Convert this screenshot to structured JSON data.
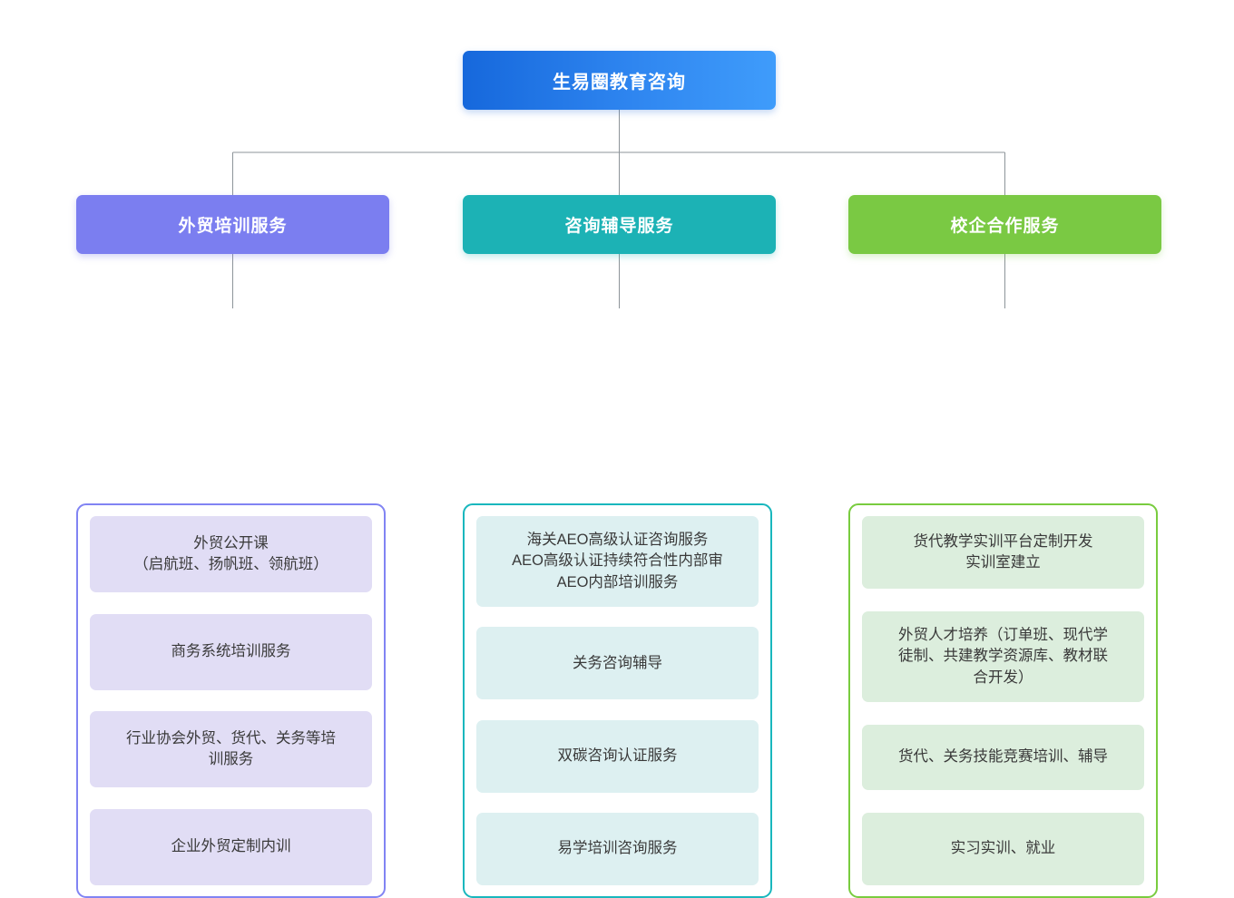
{
  "diagram": {
    "type": "organization-tree",
    "orientation": "top-down",
    "background": "#ffffff",
    "connector_color": "#8d9499",
    "root": {
      "label": "生易圈教育咨询",
      "color_start": "#1668dc",
      "color_end": "#3f9cfb"
    },
    "branches": [
      {
        "id": "foreign-trade-training",
        "header": "外贸培训服务",
        "header_color": "#7b7ef0",
        "border_color": "#8184f3",
        "card_color": "#e1ddf5",
        "items": [
          "外贸公开课\n（启航班、扬帆班、领航班）",
          "商务系统培训服务",
          "行业协会外贸、货代、关务等培\n训服务",
          "企业外贸定制内训"
        ]
      },
      {
        "id": "consulting-tutoring",
        "header": "咨询辅导服务",
        "header_color": "#1cb2b5",
        "border_color": "#19b7bd",
        "card_color": "#ddf0f1",
        "items": [
          "海关AEO高级认证咨询服务\nAEO高级认证持续符合性内部审\nAEO内部培训服务",
          "关务咨询辅导",
          "双碳咨询认证服务",
          "易学培训咨询服务"
        ]
      },
      {
        "id": "school-enterprise-cooperation",
        "header": "校企合作服务",
        "header_color": "#7ac943",
        "border_color": "#79cc3f",
        "card_color": "#dceedd",
        "items": [
          "货代教学实训平台定制开发\n实训室建立",
          "外贸人才培养（订单班、现代学\n徒制、共建教学资源库、教材联\n合开发）",
          "货代、关务技能竞赛培训、辅导",
          "实习实训、就业"
        ]
      }
    ]
  }
}
